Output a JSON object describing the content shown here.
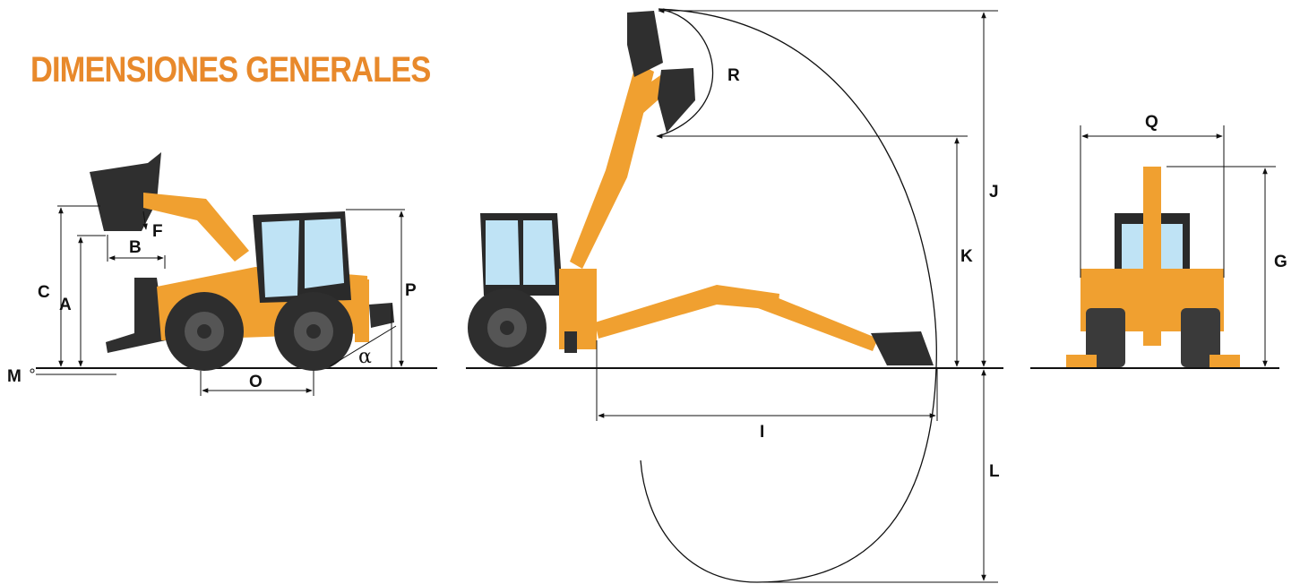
{
  "title": "DIMENSIONES GENERALES",
  "colors": {
    "title": "#E8892B",
    "machine_body": "#F0A030",
    "machine_dark": "#2A2A2A",
    "tire": "#3A3A3A",
    "glass": "#BFE3F5"
  },
  "views": {
    "side_front": {
      "labels": {
        "a": "A",
        "b": "B",
        "c": "C",
        "f": "F",
        "m": "M",
        "o": "O",
        "p": "P",
        "alpha": "α"
      }
    },
    "side_rear": {
      "labels": {
        "i": "I",
        "j": "J",
        "k": "K",
        "l": "L",
        "r": "R"
      }
    },
    "rear": {
      "labels": {
        "g": "G",
        "q": "Q"
      }
    }
  }
}
